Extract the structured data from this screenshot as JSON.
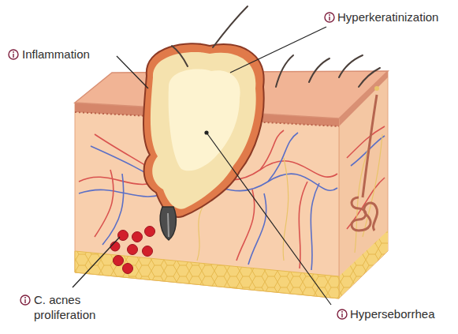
{
  "diagram": {
    "labels": [
      "Hyperkeratinization",
      "Inflammation",
      "C. acnes proliferation",
      "Hyperseborrhea"
    ]
  }
}
